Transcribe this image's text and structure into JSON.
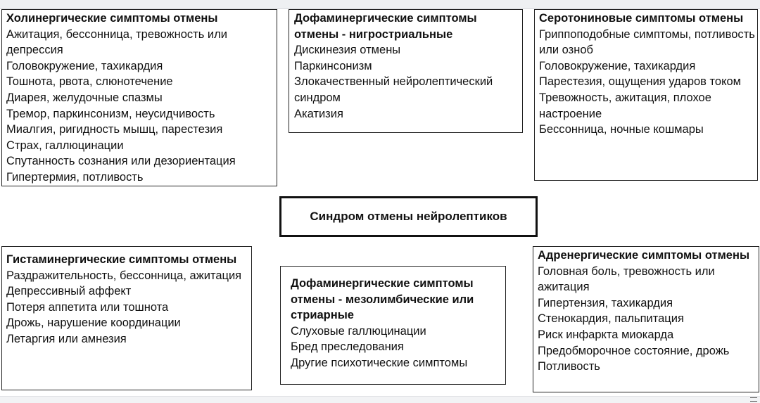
{
  "center": {
    "label": "Синдром отмены нейролептиков"
  },
  "boxes": {
    "cholinergic": {
      "title": "Холинергические симптомы отмены",
      "items": [
        "Ажитация, бессонница, тревожность или депрессия",
        "Головокружение, тахикардия",
        "Тошнота, рвота, слюнотечение",
        "Диарея, желудочные спазмы",
        "Тремор, паркинсонизм, неусидчивость",
        "Миалгия, ригидность мышц, парестезия",
        "Страх, галлюцинации",
        "Спутанность сознания или дезориентация",
        "Гипертермия, потливость"
      ]
    },
    "dopa_nigro": {
      "title": "Дофаминергические симптомы отмены - нигростриальные",
      "items": [
        "Дискинезия отмены",
        "Паркинсонизм",
        "Злокачественный нейролептический синдром",
        "Акатизия"
      ]
    },
    "serotonin": {
      "title": "Серотониновые симптомы отмены",
      "items": [
        "Гриппоподобные симптомы, потливость или озноб",
        "Головокружение, тахикардия",
        "Парестезия, ощущения ударов током",
        "Тревожность, ажитация, плохое настроение",
        "Бессонница, ночные кошмары"
      ]
    },
    "histamine": {
      "title": "Гистаминергические симптомы отмены",
      "items": [
        "Раздражительность, бессонница, ажитация",
        "Депрессивный аффект",
        "Потеря аппетита или тошнота",
        "Дрожь, нарушение координации",
        "Летаргия или амнезия"
      ]
    },
    "dopa_meso": {
      "title": "Дофаминергические симптомы отмены - мезолимбические или стриарные",
      "items": [
        "Слуховые галлюцинации",
        "Бред преследования",
        "Другие психотические симптомы"
      ]
    },
    "adrenergic": {
      "title": "Адренергические симптомы отмены",
      "items": [
        "Головная боль, тревожность или ажитация",
        "Гипертензия, тахикардия",
        "Стенокардия, пальпитация",
        "Риск инфаркта миокарда",
        "Предобморочное состояние, дрожь",
        "Потливость"
      ]
    }
  }
}
